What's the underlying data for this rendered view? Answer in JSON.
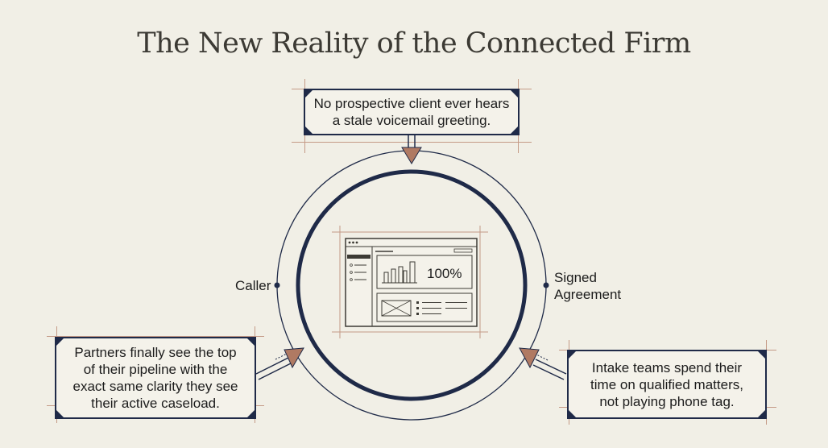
{
  "title": "The New Reality of the Connected Firm",
  "boxes": {
    "top": {
      "line1": "No prospective client ever hears",
      "line2": "a stale voicemail greeting."
    },
    "left": {
      "line1": "Partners finally see the top",
      "line2": "of their pipeline with the",
      "line3": "exact same clarity they see",
      "line4": "their active caseload."
    },
    "right": {
      "line1": "Intake teams spend their",
      "line2": "time on qualified matters,",
      "line3": "not playing phone tag."
    }
  },
  "labels": {
    "caller": "Caller",
    "signed_line1": "Signed",
    "signed_line2": "Agreement"
  },
  "dashboard": {
    "metric": "100%"
  },
  "colors": {
    "navy": "#1f2a48",
    "accent": "#b07a63",
    "background": "#f1efe6"
  }
}
